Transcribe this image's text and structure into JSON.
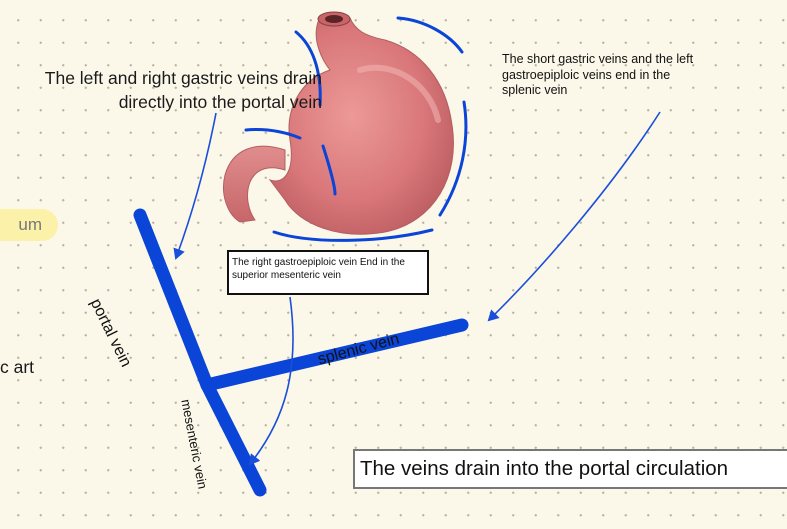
{
  "notes": {
    "left_gastric": "The left and right gastric veins drain directly into the portal vein",
    "short_gastric": "The short gastric veins and the left gastroepiploic veins end in the splenic vein",
    "right_gastroepiploic": "The right gastroepiploic vein End in the superior mesenteric vein",
    "summary": "The veins drain into the portal circulation"
  },
  "fragments": {
    "tag": "um",
    "art": "c art"
  },
  "vein_labels": {
    "portal": "portal vein",
    "splenic": "splenic vein",
    "mesenteric": "mesenteric vein"
  },
  "colors": {
    "vein": "#0a45d8",
    "stomach": "#d9777a",
    "background": "#fbf8ea",
    "highlight": "#fbf1a8"
  },
  "icons": {
    "stomach": "stomach-illustration"
  }
}
